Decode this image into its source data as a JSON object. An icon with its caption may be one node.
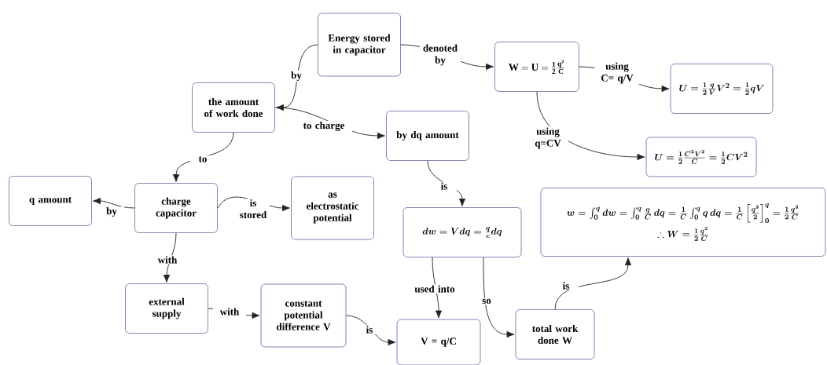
{
  "diagram": {
    "nodes": [
      {
        "text": [
          "Energy stored in capacitor"
        ]
      },
      {
        "text": [
          "\\mathbf{W = U = \\frac{1}{2}\\frac{q^{2}}{C}}"
        ]
      },
      {
        "text": [
          "\\boldsymbol{U = \\frac{1}{2}\\frac{q}{V}V^{2} = \\frac{1}{2}qV}"
        ]
      },
      {
        "text": [
          "the amount of work done"
        ]
      },
      {
        "text": [
          "by dq amount"
        ]
      },
      {
        "text": [
          "\\boldsymbol{U = \\frac{1}{2}\\frac{C^{2}V^{2}}{C} = \\frac{1}{2}CV^{2}}"
        ]
      },
      {
        "text": [
          "q amount"
        ]
      },
      {
        "text": [
          "charge capacitor"
        ]
      },
      {
        "text": [
          "as electrostatic potential"
        ]
      },
      {
        "text": [
          "\\boldsymbol{w = \\int_{0}^{q} dw = \\int_{0}^{q}\\frac{q}{C}\\,dq = \\frac{1}{C}\\int_{0}^{q} q\\,dq = \\frac{1}{C}\\left[\\frac{q^{2}}{2}\\right]_{0}^{q} = \\frac{1}{2}\\frac{q^{2}}{C}}",
          "\\boldsymbol{\\therefore W = \\frac{1}{2}\\frac{q^{2}}{C}}"
        ]
      },
      {
        "text": [
          "\\boldsymbol{dw = Vdq = \\frac{q}{c}dq}"
        ]
      },
      {
        "text": [
          "external supply"
        ]
      },
      {
        "text": [
          "constant potential difference V"
        ]
      },
      {
        "text": [
          "V = q/C"
        ]
      },
      {
        "text": [
          "total work done W"
        ]
      }
    ],
    "edges": [
      {
        "from": 0,
        "to": 3,
        "arrow": "to",
        "label": "by"
      },
      {
        "from": 0,
        "to": 1,
        "arrow": "to",
        "label": "denoted by"
      },
      {
        "from": 1,
        "to": 2,
        "arrow": "to",
        "label": "using C= q/V"
      },
      {
        "from": 1,
        "to": 5,
        "arrow": "to",
        "label": "using q=CV"
      },
      {
        "from": 3,
        "to": 4,
        "arrow": "to",
        "label": "to charge"
      },
      {
        "from": 3,
        "to": 7,
        "arrow": "to",
        "label": "to"
      },
      {
        "from": 7,
        "to": 6,
        "arrow": "to",
        "label": "by"
      },
      {
        "from": 7,
        "to": 8,
        "arrow": "to",
        "label": "is stored"
      },
      {
        "from": 4,
        "to": 10,
        "arrow": "to",
        "label": "is"
      },
      {
        "from": 7,
        "to": 11,
        "arrow": "to",
        "label": "with"
      },
      {
        "from": 11,
        "to": 12,
        "arrow": "to",
        "label": "with"
      },
      {
        "from": 12,
        "to": 13,
        "arrow": "to",
        "label": "is"
      },
      {
        "from": 10,
        "to": 13,
        "arrow": "to",
        "label": "used into"
      },
      {
        "from": 10,
        "to": 14,
        "arrow": "to",
        "label": "so"
      },
      {
        "from": 14,
        "to": 9,
        "arrow": "to",
        "label": "is"
      }
    ]
  }
}
